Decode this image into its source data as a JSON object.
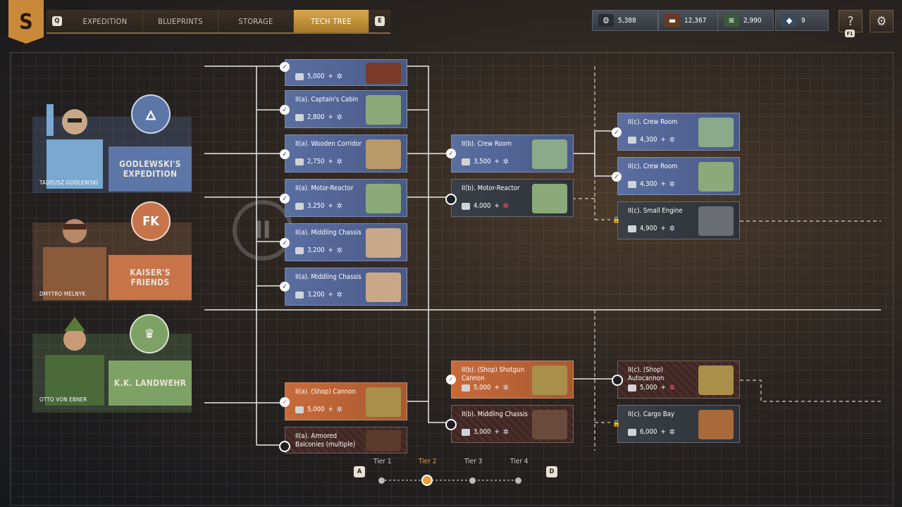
{
  "logo": {
    "glyph": "S"
  },
  "tabs": {
    "key_left": "Q",
    "key_right": "E",
    "items": [
      {
        "label": "EXPEDITION"
      },
      {
        "label": "BLUEPRINTS"
      },
      {
        "label": "STORAGE"
      },
      {
        "label": "TECH TREE"
      }
    ],
    "active": "TECH TREE"
  },
  "resources": [
    {
      "icon": "scrap-icon",
      "value": "5,388"
    },
    {
      "icon": "copper-icon",
      "value": "12,367"
    },
    {
      "icon": "wires-icon",
      "value": "2,990"
    },
    {
      "icon": "components-icon",
      "value": "9"
    }
  ],
  "help": {
    "label": "?",
    "key": "F1"
  },
  "factions": [
    {
      "name": "GODLEWSKI'S EXPEDITION",
      "leader": "TADEUSZ GODLEWSKI",
      "color": "#5d76a8"
    },
    {
      "name": "KAISER'S FRIENDS",
      "leader": "DMYTRO MELNYK",
      "emblem": "FK",
      "color": "#c8744a"
    },
    {
      "name": "K.K. LANDWEHR",
      "leader": "OTTO VON EBNER",
      "color": "#7ea266"
    }
  ],
  "tier_roman": "II",
  "nodes": {
    "n0": {
      "title": "",
      "cost": "5,000"
    },
    "n1": {
      "title": "II(a). Captain's Cabin",
      "cost": "2,800"
    },
    "n2": {
      "title": "II(a). Wooden Corridor",
      "cost": "2,750"
    },
    "n3": {
      "title": "II(a). Motor-Reactor",
      "cost": "3,250"
    },
    "n4": {
      "title": "II(a). Middling Chassis",
      "cost": "3,200"
    },
    "n5": {
      "title": "II(a). Middling Chassis",
      "cost": "3,200"
    },
    "n6": {
      "title": "II(a). (Shop) Cannon",
      "cost": "5,000"
    },
    "n7": {
      "title": "II(a). Armored Balconies (multiple)",
      "cost": ""
    },
    "b1": {
      "title": "II(b). Crew Room",
      "cost": "3,500"
    },
    "b2": {
      "title": "II(b). Motor-Reactor",
      "cost": "4,000"
    },
    "b3": {
      "title": "II(b). (Shop) Shotgun Cannon",
      "cost": "5,000"
    },
    "b4": {
      "title": "II(b). Middling Chassis",
      "cost": "3,000"
    },
    "c1": {
      "title": "II(c). Crew Room",
      "cost": "4,300"
    },
    "c2": {
      "title": "II(c). Crew Room",
      "cost": "4,300"
    },
    "c3": {
      "title": "II(c). Small Engine",
      "cost": "4,900"
    },
    "c4": {
      "title": "II(c). (Shop) Autocannon",
      "cost": "5,000"
    },
    "c5": {
      "title": "II(c). Cargo Bay",
      "cost": "6,000"
    }
  },
  "tiers": {
    "key_left": "A",
    "key_right": "D",
    "labels": [
      "Tier 1",
      "Tier 2",
      "Tier 3",
      "Tier 4"
    ],
    "active": "Tier 2"
  },
  "colors": {
    "blue_node": "#5a6ea0",
    "orange_node": "#c86a3a",
    "accent": "#e8a03a"
  }
}
